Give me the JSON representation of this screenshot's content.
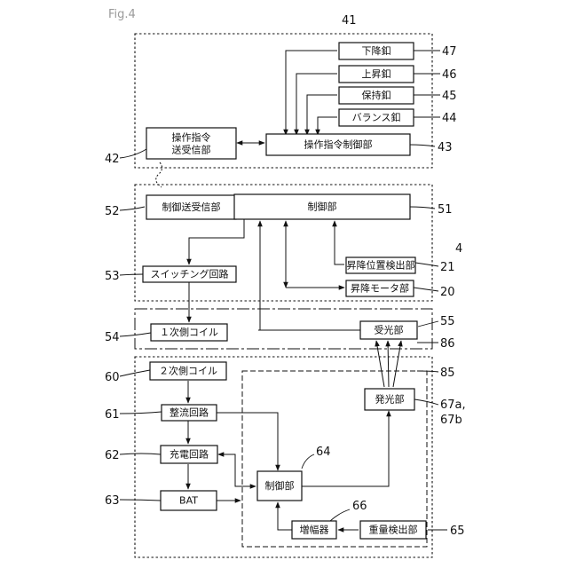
{
  "figure_label": "Fig.4",
  "blocks": {
    "descend_button": "下降釦",
    "ascend_button": "上昇釦",
    "hold_button": "保持釦",
    "balance_button": "バランス釦",
    "operation_command_tx_rx_line1": "操作指令",
    "operation_command_tx_rx_line2": "送受信部",
    "operation_command_controller": "操作指令制御部",
    "control_tx_rx": "制御送受信部",
    "controller_main": "制御部",
    "lift_position_detector": "昇降位置検出部",
    "lift_motor": "昇降モータ部",
    "switching_circuit": "スイッチング回路",
    "primary_coil": "１次側コイル",
    "light_receiver": "受光部",
    "secondary_coil": "２次側コイル",
    "rectifier_circuit": "整流回路",
    "light_emitter": "発光部",
    "charging_circuit": "充電回路",
    "controller_sub": "制御部",
    "battery": "BAT",
    "amplifier": "増幅器",
    "weight_detector": "重量検出部"
  },
  "refs": {
    "r41": "41",
    "r47": "47",
    "r46": "46",
    "r45": "45",
    "r44": "44",
    "r43": "43",
    "r42": "42",
    "r52": "52",
    "r51": "51",
    "r4": "4",
    "r21": "21",
    "r20": "20",
    "r53": "53",
    "r55": "55",
    "r54": "54",
    "r86": "86",
    "r85": "85",
    "r60": "60",
    "r67a": "67a,",
    "r67b": "67b",
    "r61": "61",
    "r64": "64",
    "r62": "62",
    "r66": "66",
    "r63": "63",
    "r65": "65"
  }
}
